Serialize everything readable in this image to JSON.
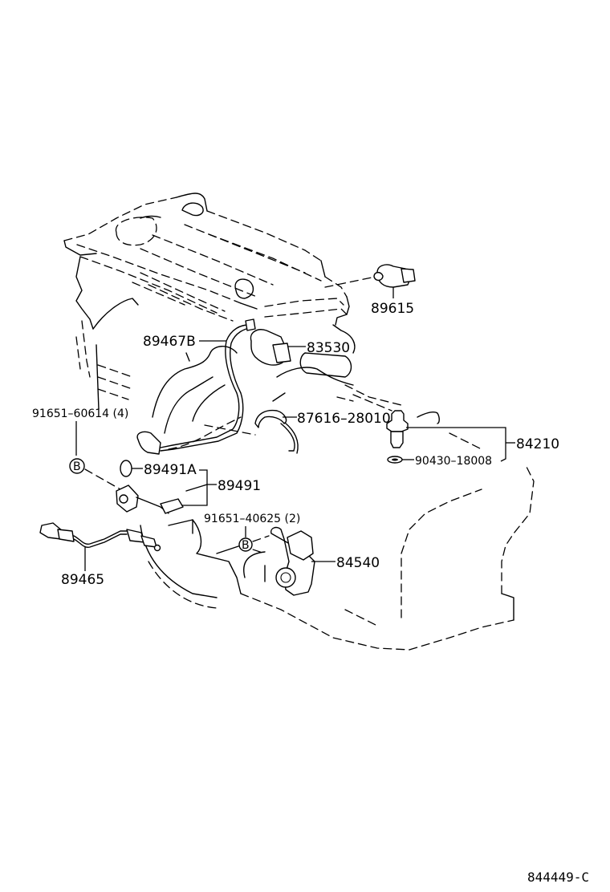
{
  "diagram": {
    "title": "Engine switches and sensors parts diagram",
    "reference_code": "844449-C",
    "parts": [
      {
        "id": "89615",
        "label": "89615"
      },
      {
        "id": "89467B",
        "label": "89467B"
      },
      {
        "id": "83530",
        "label": "83530"
      },
      {
        "id": "91651-60614",
        "label": "91651–60614 (4)"
      },
      {
        "id": "87616-28010",
        "label": "87616–28010"
      },
      {
        "id": "84210",
        "label": "84210"
      },
      {
        "id": "90430-18008",
        "label": "90430–18008"
      },
      {
        "id": "89491A",
        "label": "89491A"
      },
      {
        "id": "89491",
        "label": "89491"
      },
      {
        "id": "91651-40625",
        "label": "91651–40625 (2)"
      },
      {
        "id": "84540",
        "label": "84540"
      },
      {
        "id": "89465",
        "label": "89465"
      }
    ],
    "callouts": [
      {
        "id": "B1",
        "label": "B"
      },
      {
        "id": "B2",
        "label": "B"
      }
    ]
  }
}
